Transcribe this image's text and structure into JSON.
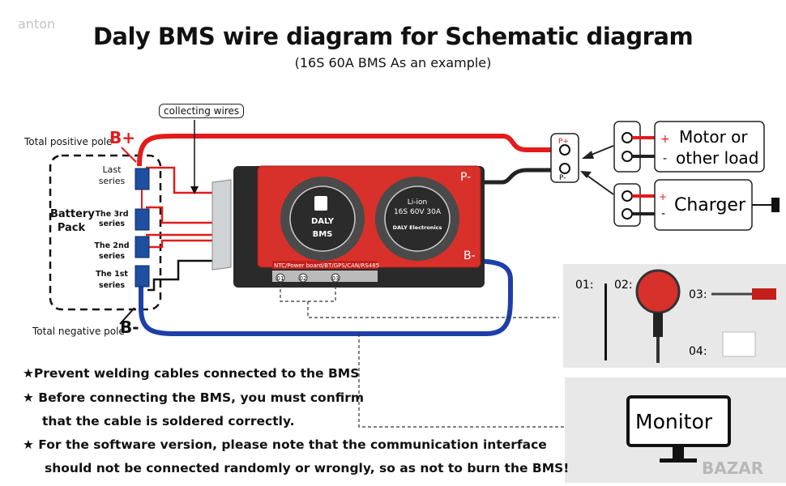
{
  "watermarks": {
    "top_left": "anton",
    "bottom_right": "BAZAR"
  },
  "title": "Daly BMS wire diagram for Schematic diagram",
  "subtitle": "(16S 60A BMS As an example)",
  "labels": {
    "collecting_wires": "collecting wires",
    "total_positive": "Total positive pole",
    "b_plus": "B+",
    "total_negative": "Total negative pole",
    "b_minus": "B-",
    "battery_pack": [
      "Battery",
      "Pack"
    ],
    "cells": [
      {
        "line1": "Last",
        "line2": "series"
      },
      {
        "line1": "The 3rd",
        "line2": "series"
      },
      {
        "line1": "The 2nd",
        "line2": "series"
      },
      {
        "line1": "The 1st",
        "line2": "series"
      }
    ],
    "p_plus": "P+",
    "p_minus": "P-",
    "motor": [
      "Motor or",
      "other load"
    ],
    "charger": "Charger",
    "plus": "+",
    "minus": "-"
  },
  "bms": {
    "p_minus": "P-",
    "b_minus": "B-",
    "brand": "DALY",
    "badge": "BMS",
    "chem": "Li-ion",
    "spec": "16S 60V 30A",
    "maker": "DALY Electronics",
    "port_label": "NTC/Power board/BT/GPS/CAN/RS485",
    "ports": [
      "01",
      "02",
      "03"
    ]
  },
  "accessories": {
    "items": [
      "01:",
      "02:",
      "03:",
      "04:"
    ]
  },
  "monitor": "Monitor",
  "notes": [
    "★Prevent welding cables connected to the BMS",
    "★ Before connecting the BMS, you must confirm",
    "that the cable is soldered correctly.",
    "★  For the software version, please note that the communication interface",
    "should not be connected randomly or wrongly, so as not to burn the BMS!"
  ],
  "colors": {
    "red_wire": "#e31b1b",
    "blue_wire": "#1f3fa8",
    "bms_red": "#d8302a",
    "cell_blue": "#1e4fa0"
  }
}
